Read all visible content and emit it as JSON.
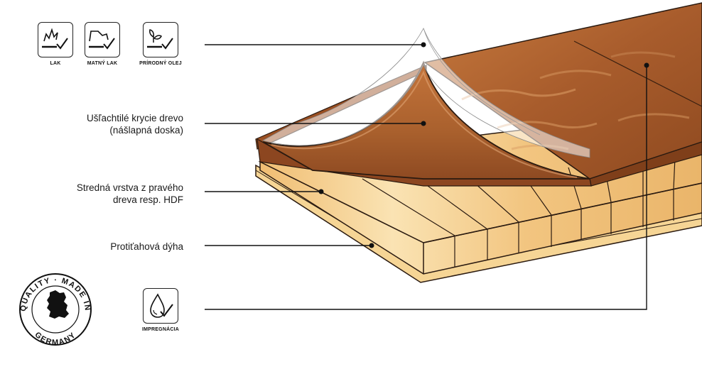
{
  "finish_icons": [
    {
      "name": "lacquer",
      "caption": "LAK",
      "icon": "lacquer-icon"
    },
    {
      "name": "matt-lacquer",
      "caption": "MATNÝ LAK",
      "icon": "matt-lacquer-icon"
    },
    {
      "name": "natural-oil",
      "caption": "PRÍRODNÝ OLEJ",
      "icon": "natural-oil-icon"
    }
  ],
  "layers": {
    "top": {
      "line1": "Ušľachtilé krycie drevo",
      "line2": "(nášlapná doska)"
    },
    "middle": {
      "line1": "Stredná vrstva z pravého",
      "line2": "dreva resp. HDF"
    },
    "bottom": {
      "line1": "Protiťahová dýha"
    }
  },
  "impregnation": {
    "caption": "IMPREGNÁCIA",
    "icon": "water-drop-icon"
  },
  "seal": {
    "top_text": "QUALITY · MADE IN",
    "bottom_text": "GERMANY",
    "icon": "germany-map-icon"
  },
  "colors": {
    "wood_top": "#a0552a",
    "wood_top_light": "#c9793f",
    "core": "#f2c27a",
    "core_light": "#f8dca5",
    "veneer": "#f5d08c",
    "outline": "#2a1a10"
  }
}
